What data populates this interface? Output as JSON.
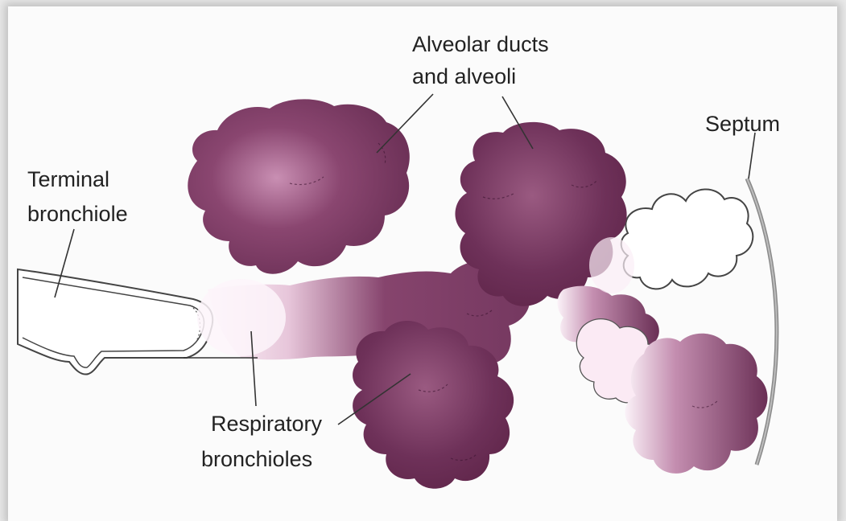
{
  "labels": {
    "alveolar_line1": "Alveolar ducts",
    "alveolar_line2": "and alveoli",
    "septum": "Septum",
    "terminal_line1": "Terminal",
    "terminal_line2": "bronchiole",
    "respiratory_line1": "Respiratory",
    "respiratory_line2": "bronchioles"
  },
  "colors": {
    "tissue": "#7a3a62",
    "tissue_dark": "#5e2448",
    "tissue_light": "#f4dcec",
    "outline": "#444444",
    "background": "#fbfbfb"
  }
}
